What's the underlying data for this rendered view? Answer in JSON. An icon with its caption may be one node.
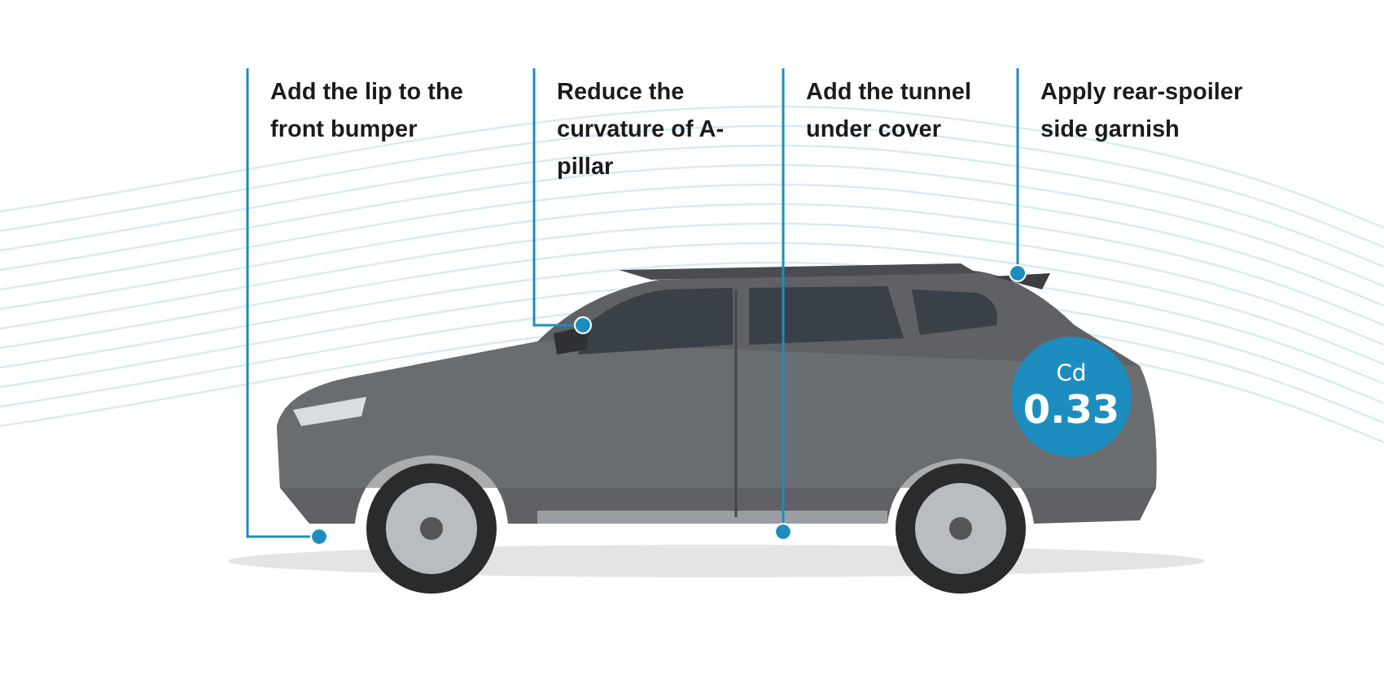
{
  "diagram": {
    "nodes": [
      {
        "text": [
          "Add the lip to the front bumper"
        ]
      },
      {
        "text": [
          "Reduce the curvature of A-pillar"
        ]
      },
      {
        "text": [
          "Add the tunnel under cover"
        ]
      },
      {
        "text": [
          "Apply rear-spoiler side garnish"
        ]
      },
      {
        "text": [
          "Cd",
          "0.33"
        ]
      }
    ],
    "edges": [
      {
        "from": 0,
        "to": null,
        "arrow": "other"
      },
      {
        "from": 1,
        "to": null,
        "arrow": "other"
      },
      {
        "from": 2,
        "to": null,
        "arrow": "other"
      },
      {
        "from": 3,
        "to": null,
        "arrow": "other"
      }
    ]
  }
}
